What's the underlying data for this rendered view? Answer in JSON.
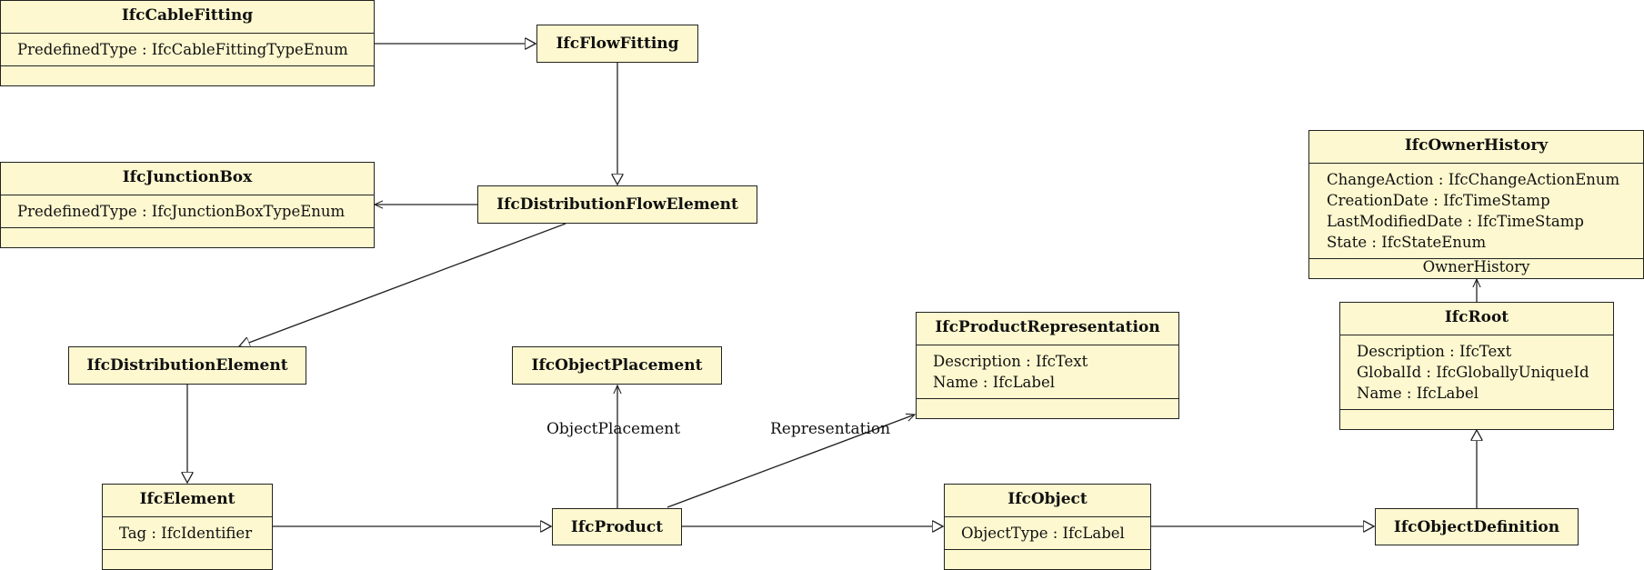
{
  "classes": {
    "cable_fitting": {
      "name": "IfcCableFitting",
      "attributes": [
        "PredefinedType : IfcCableFittingTypeEnum"
      ]
    },
    "flow_fitting": {
      "name": "IfcFlowFitting"
    },
    "junction_box": {
      "name": "IfcJunctionBox",
      "attributes": [
        "PredefinedType : IfcJunctionBoxTypeEnum"
      ]
    },
    "distribution_flow_element": {
      "name": "IfcDistributionFlowElement"
    },
    "owner_history": {
      "name": "IfcOwnerHistory",
      "attributes": [
        "ChangeAction : IfcChangeActionEnum",
        "CreationDate : IfcTimeStamp",
        "LastModifiedDate : IfcTimeStamp",
        "State : IfcStateEnum"
      ],
      "footer": "OwnerHistory"
    },
    "root": {
      "name": "IfcRoot",
      "attributes": [
        "Description : IfcText",
        "GlobalId : IfcGloballyUniqueId",
        "Name : IfcLabel"
      ]
    },
    "product_representation": {
      "name": "IfcProductRepresentation",
      "attributes": [
        "Description : IfcText",
        "Name : IfcLabel"
      ]
    },
    "distribution_element": {
      "name": "IfcDistributionElement"
    },
    "object_placement": {
      "name": "IfcObjectPlacement"
    },
    "element": {
      "name": "IfcElement",
      "attributes": [
        "Tag : IfcIdentifier"
      ]
    },
    "product": {
      "name": "IfcProduct"
    },
    "object": {
      "name": "IfcObject",
      "attributes": [
        "ObjectType : IfcLabel"
      ]
    },
    "object_definition": {
      "name": "IfcObjectDefinition"
    }
  },
  "edge_labels": {
    "object_placement": "ObjectPlacement",
    "representation": "Representation"
  }
}
